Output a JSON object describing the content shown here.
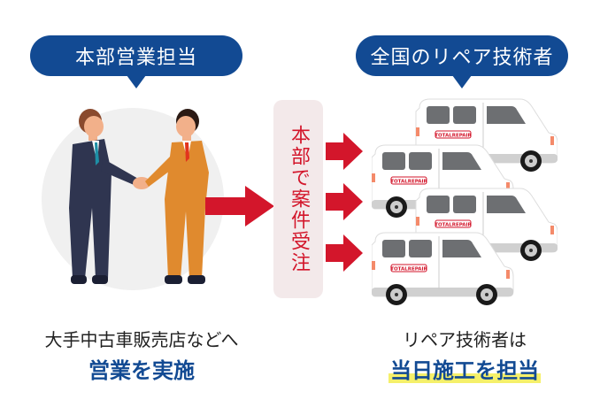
{
  "left": {
    "bubble_label": "本部営業担当",
    "caption_line1": "大手中古車販売店などへ",
    "caption_line2": "営業を実施",
    "illustration": "handshake-businessmen"
  },
  "center": {
    "box_label": "本部で案件受注",
    "arrow_color": "#d3162b"
  },
  "right": {
    "bubble_label": "全国のリペア技術者",
    "caption_line1": "リペア技術者は",
    "caption_line2": "当日施工を担当",
    "van_logo": "TOTALREPAIR",
    "van_count": 4
  },
  "colors": {
    "brand_blue": "#124a93",
    "accent_red": "#d3162b",
    "highlight_yellow": "#f5f06a"
  }
}
